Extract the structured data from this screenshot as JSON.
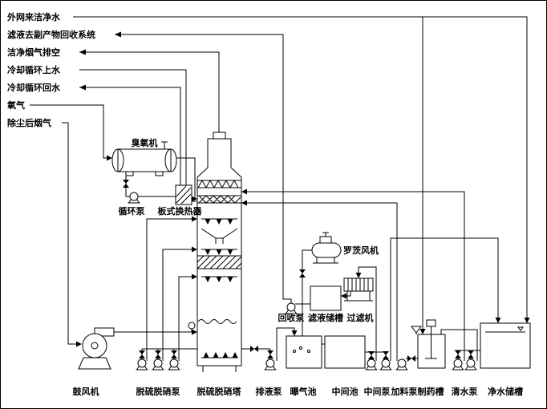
{
  "streams": [
    "外网来洁净水",
    "滤液去副产物回收系统",
    "洁净烟气排空",
    "冷却循环上水",
    "冷却循环回水",
    "氧气",
    "除尘后烟气"
  ],
  "equipment": {
    "ozone_generator": "臭氧机",
    "circulation_pump": "循环泵",
    "plate_heat_exchanger": "板式换热器",
    "roots_blower": "罗茨风机",
    "recovery_pump": "回收泵",
    "filtrate_tank": "滤液储槽",
    "filter_machine": "过滤机",
    "blower": "鼓风机",
    "desulfurization_pump": "脱硫脱硝泵",
    "tower": "脱硫脱硝塔",
    "drain_pump": "排液泵",
    "aeration_tank": "曝气池",
    "intermediate_tank": "中间池",
    "intermediate_pump": "中间泵",
    "feed_pump": "加料泵",
    "chemical_tank": "制药槽",
    "clean_water_pump": "清水泵",
    "clean_water_tank": "净水储槽"
  },
  "colors": {
    "line": "#000000",
    "background": "#ffffff"
  }
}
